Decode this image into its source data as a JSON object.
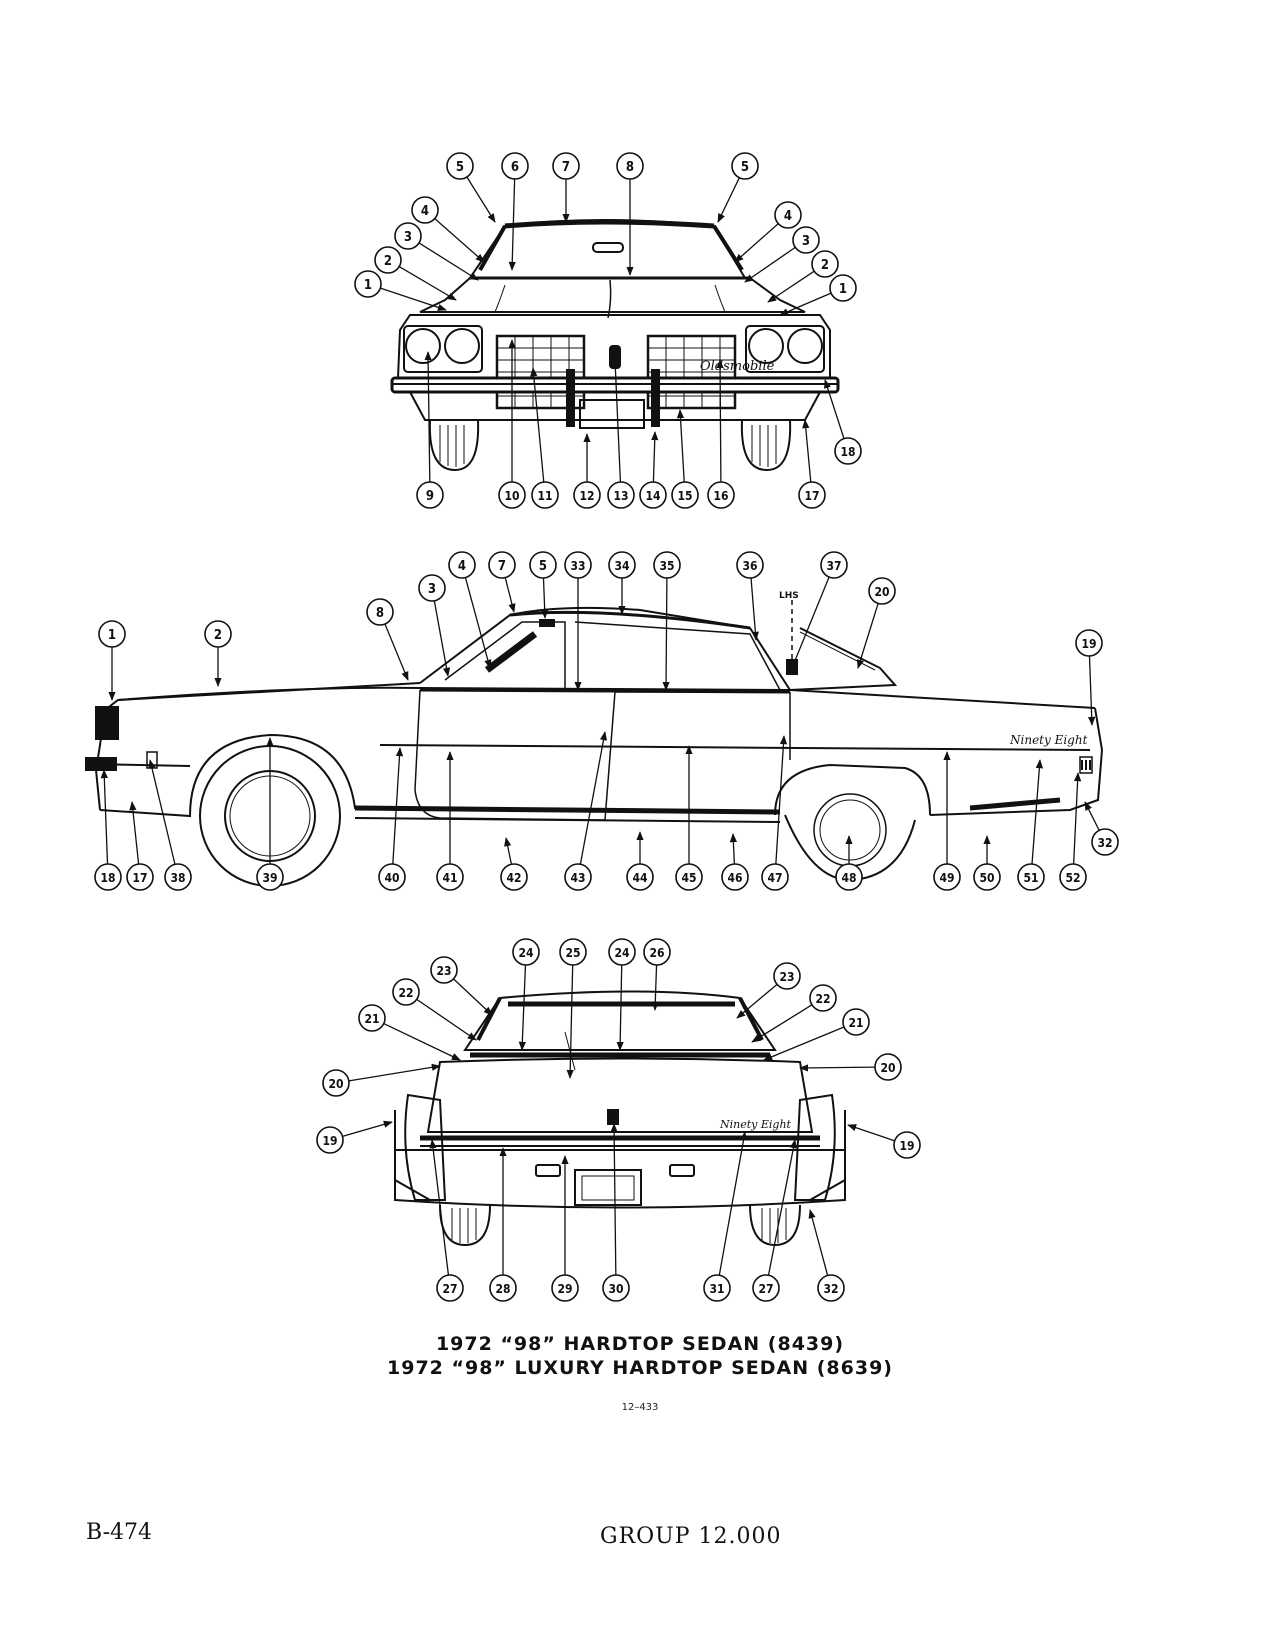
{
  "figure": {
    "caption_lines": [
      "1972 “98” HARDTOP SEDAN (8439)",
      "1972 “98” LUXURY HARDTOP SEDAN (8639)"
    ],
    "figure_number": "12–433",
    "front_script": "Oldsmobile",
    "side_script": "Ninety Eight",
    "rear_script": "Ninety Eight",
    "side_small_label": "LHS"
  },
  "footer": {
    "page_number": "B-474",
    "group": "GROUP 12.000"
  },
  "callouts": {
    "front": [
      {
        "n": "5"
      },
      {
        "n": "6"
      },
      {
        "n": "7"
      },
      {
        "n": "8"
      },
      {
        "n": "5"
      },
      {
        "n": "4"
      },
      {
        "n": "3"
      },
      {
        "n": "2"
      },
      {
        "n": "1"
      },
      {
        "n": "4"
      },
      {
        "n": "3"
      },
      {
        "n": "2"
      },
      {
        "n": "1"
      },
      {
        "n": "18"
      },
      {
        "n": "9"
      },
      {
        "n": "10"
      },
      {
        "n": "11"
      },
      {
        "n": "12"
      },
      {
        "n": "13"
      },
      {
        "n": "14"
      },
      {
        "n": "15"
      },
      {
        "n": "16"
      },
      {
        "n": "17"
      }
    ],
    "side": [
      {
        "n": "4"
      },
      {
        "n": "7"
      },
      {
        "n": "5"
      },
      {
        "n": "33"
      },
      {
        "n": "34"
      },
      {
        "n": "35"
      },
      {
        "n": "36"
      },
      {
        "n": "37"
      },
      {
        "n": "8"
      },
      {
        "n": "3"
      },
      {
        "n": "20"
      },
      {
        "n": "1"
      },
      {
        "n": "2"
      },
      {
        "n": "19"
      },
      {
        "n": "18"
      },
      {
        "n": "17"
      },
      {
        "n": "38"
      },
      {
        "n": "39"
      },
      {
        "n": "40"
      },
      {
        "n": "41"
      },
      {
        "n": "42"
      },
      {
        "n": "43"
      },
      {
        "n": "44"
      },
      {
        "n": "45"
      },
      {
        "n": "46"
      },
      {
        "n": "47"
      },
      {
        "n": "48"
      },
      {
        "n": "49"
      },
      {
        "n": "50"
      },
      {
        "n": "51"
      },
      {
        "n": "52"
      },
      {
        "n": "32"
      }
    ],
    "rear": [
      {
        "n": "24"
      },
      {
        "n": "25"
      },
      {
        "n": "24"
      },
      {
        "n": "26"
      },
      {
        "n": "23"
      },
      {
        "n": "23"
      },
      {
        "n": "22"
      },
      {
        "n": "22"
      },
      {
        "n": "21"
      },
      {
        "n": "21"
      },
      {
        "n": "20"
      },
      {
        "n": "20"
      },
      {
        "n": "19"
      },
      {
        "n": "19"
      },
      {
        "n": "27"
      },
      {
        "n": "28"
      },
      {
        "n": "29"
      },
      {
        "n": "30"
      },
      {
        "n": "31"
      },
      {
        "n": "27"
      },
      {
        "n": "32"
      }
    ]
  }
}
